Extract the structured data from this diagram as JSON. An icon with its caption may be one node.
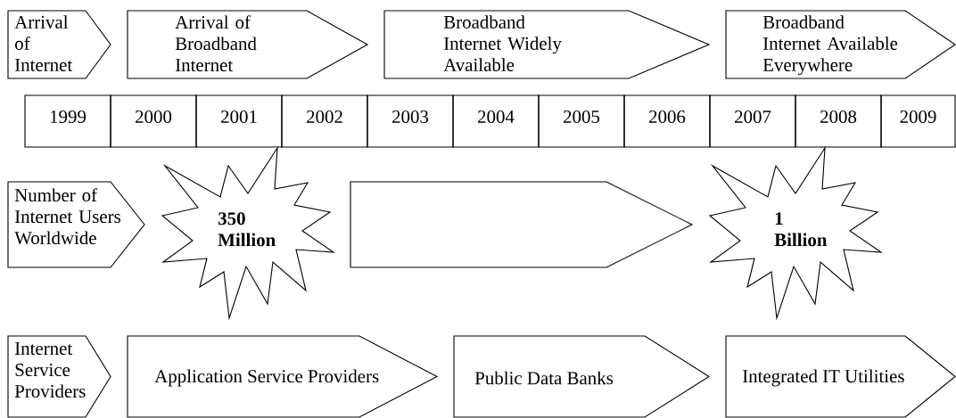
{
  "diagram": {
    "nodes": [
      {
        "text": [
          "Arrival of Internet"
        ]
      },
      {
        "text": [
          "Arrival of Broadband Internet"
        ]
      },
      {
        "text": [
          "Broadband Internet Widely Available"
        ]
      },
      {
        "text": [
          "Broadband Internet Available Everywhere"
        ]
      },
      {
        "text": [
          "1999"
        ]
      },
      {
        "text": [
          "2000"
        ]
      },
      {
        "text": [
          "2001"
        ]
      },
      {
        "text": [
          "2002"
        ]
      },
      {
        "text": [
          "2003"
        ]
      },
      {
        "text": [
          "2004"
        ]
      },
      {
        "text": [
          "2005"
        ]
      },
      {
        "text": [
          "2006"
        ]
      },
      {
        "text": [
          "2007"
        ]
      },
      {
        "text": [
          "2008"
        ]
      },
      {
        "text": [
          "2009"
        ]
      },
      {
        "text": [
          "Number of Internet Users Worldwide"
        ]
      },
      {
        "text": [
          "350 Million"
        ]
      },
      {
        "text": [],
        "shape": "arrow"
      },
      {
        "text": [
          "1 Billion"
        ]
      },
      {
        "text": [
          "Internet Service Providers"
        ]
      },
      {
        "text": [
          "Application Service Providers"
        ]
      },
      {
        "text": [
          "Public Data Banks"
        ]
      },
      {
        "text": [
          "Integrated IT Utilities"
        ]
      }
    ]
  }
}
